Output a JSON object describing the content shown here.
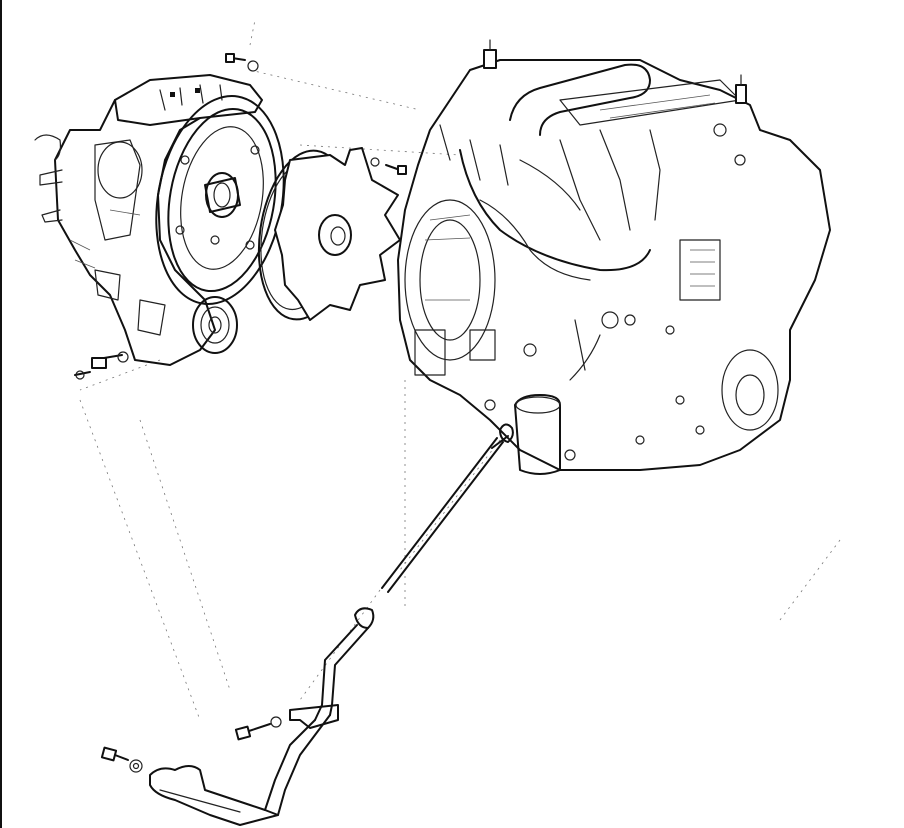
{
  "figure": {
    "kind": "exploded-parts-illustration",
    "components": [
      {
        "id": "transmission-housing",
        "icon": "gearbox-housing-icon"
      },
      {
        "id": "flywheel",
        "icon": "flywheel-icon"
      },
      {
        "id": "drive-plate",
        "icon": "drive-plate-icon"
      },
      {
        "id": "engine-block",
        "icon": "engine-icon"
      },
      {
        "id": "oil-dipstick",
        "icon": "dipstick-icon"
      },
      {
        "id": "dipstick-guide-tube",
        "icon": "guide-tube-icon"
      },
      {
        "id": "bracket-bolt",
        "icon": "bolt-icon"
      },
      {
        "id": "mounting-screws",
        "icon": "screw-icon"
      }
    ],
    "line_color": "#111111",
    "background_color": "#ffffff"
  }
}
